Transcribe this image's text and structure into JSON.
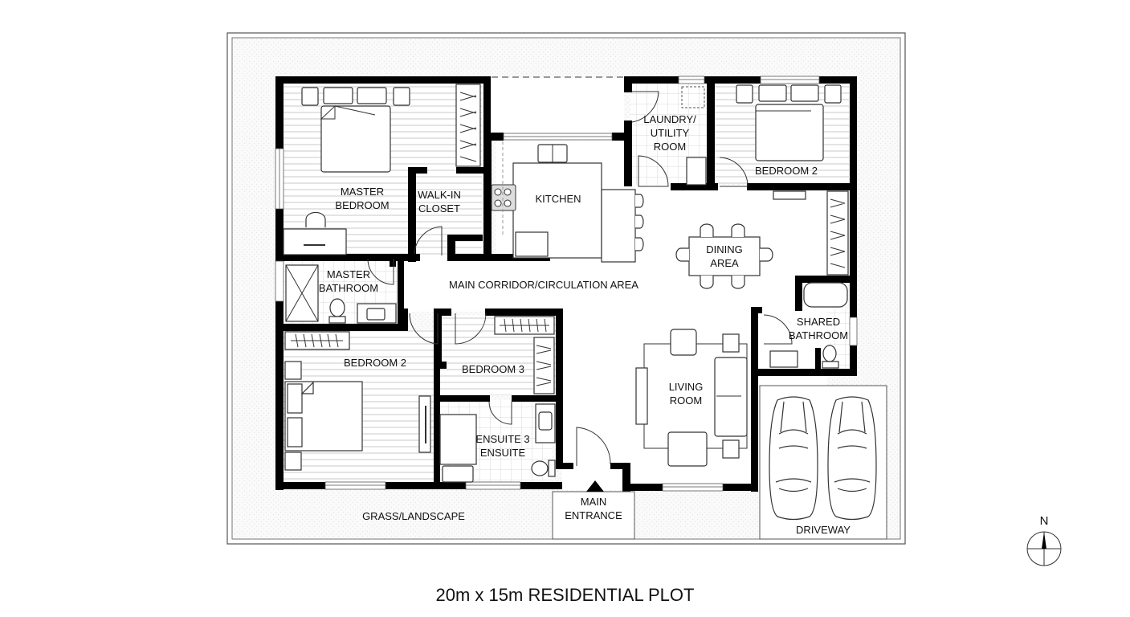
{
  "title": "20m x 15m RESIDENTIAL PLOT",
  "colors": {
    "wall": "#000000",
    "line": "#333333",
    "background": "#ffffff",
    "landscape": "#f4f4f4"
  },
  "rooms": {
    "master_bedroom": {
      "line1": "MASTER",
      "line2": "BEDROOM"
    },
    "walk_in_closet": {
      "line1": "WALK-IN",
      "line2": "CLOSET"
    },
    "kitchen": {
      "label": "KITCHEN"
    },
    "laundry": {
      "line1": "LAUNDRY/",
      "line2": "UTILITY",
      "line3": "ROOM"
    },
    "bedroom2_ne": {
      "label": "BEDROOM 2"
    },
    "dining": {
      "line1": "DINING",
      "line2": "AREA"
    },
    "master_bathroom": {
      "line1": "MASTER",
      "line2": "BATHROOM"
    },
    "corridor": {
      "label": "MAIN CORRIDOR/CIRCULATION AREA"
    },
    "shared_bathroom": {
      "line1": "SHARED",
      "line2": "BATHROOM"
    },
    "bedroom2_sw": {
      "label": "BEDROOM 2"
    },
    "bedroom3": {
      "label": "BEDROOM 3"
    },
    "living": {
      "line1": "LIVING",
      "line2": "ROOM"
    },
    "ensuite3": {
      "line1": "ENSUITE 3",
      "line2": "ENSUITE"
    },
    "main_entrance": {
      "line1": "MAIN",
      "line2": "ENTRANCE"
    },
    "grass": {
      "label": "GRASS/LANDSCAPE"
    },
    "driveway": {
      "label": "DRIVEWAY"
    }
  },
  "compass": {
    "label": "N"
  }
}
